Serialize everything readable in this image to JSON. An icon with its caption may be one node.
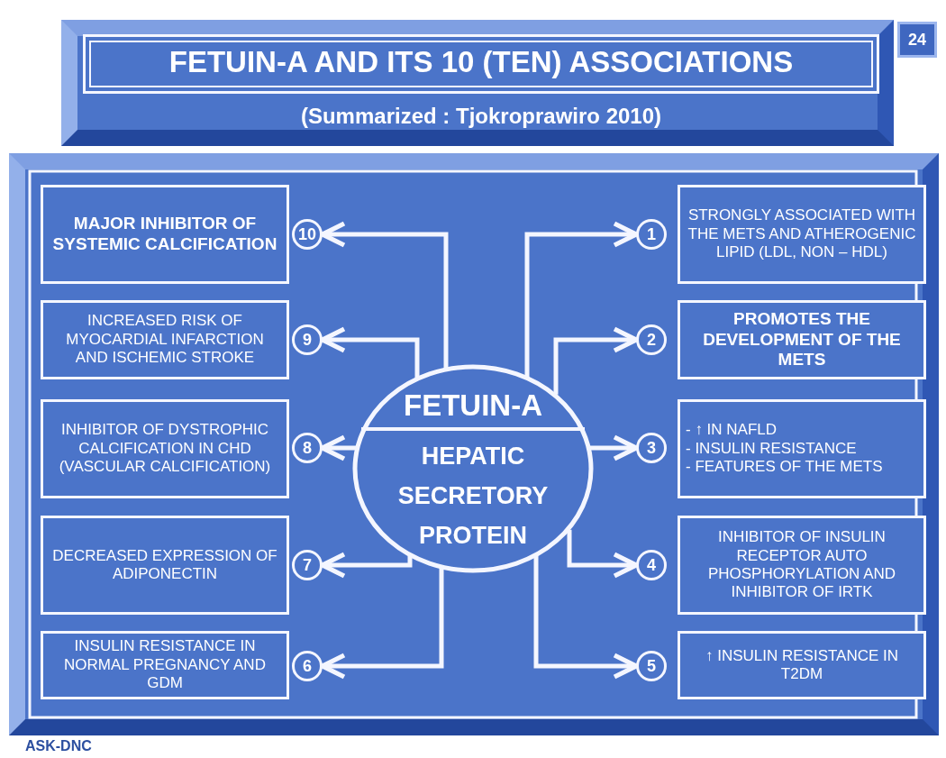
{
  "diagram": {
    "title": "FETUIN-A AND ITS 10 (TEN) ASSOCIATIONS",
    "nodes": [
      {
        "text": [
          "FETUIN-A",
          "HEPATIC SECRETORY PROTEIN"
        ]
      },
      {
        "text": [
          "MAJOR INHIBITOR OF SYSTEMIC CALCIFICATION"
        ]
      },
      {
        "text": [
          "10"
        ]
      },
      {
        "text": [
          "1"
        ]
      },
      {
        "text": [
          "STRONGLY ASSOCIATED WITH THE METS AND ATHEROGENIC LIPID (LDL, NON – HDL)"
        ]
      },
      {
        "text": [
          "INCREASED RISK OF MYOCARDIAL INFARCTION AND ISCHEMIC STROKE"
        ]
      },
      {
        "text": [
          "9"
        ]
      },
      {
        "text": [
          "2"
        ]
      },
      {
        "text": [
          "PROMOTES THE DEVELOPMENT OF THE METS"
        ]
      },
      {
        "text": [
          "INHIBITOR OF DYSTROPHIC CALCIFICATION IN CHD (VASCULAR CALCIFICATION)"
        ]
      },
      {
        "text": [
          "8"
        ]
      },
      {
        "text": [
          "3"
        ]
      },
      {
        "text": [
          "- ↑ IN NAFLD",
          "- INSULIN RESISTANCE",
          "- FEATURES OF THE METS"
        ]
      },
      {
        "text": [
          "DECREASED EXPRESSION OF ADIPONECTIN"
        ]
      },
      {
        "text": [
          "7"
        ]
      },
      {
        "text": [
          "4"
        ]
      },
      {
        "text": [
          "INHIBITOR OF INSULIN RECEPTOR AUTO PHOSPHORYLATION AND INHIBITOR OF IRTK"
        ]
      },
      {
        "text": [
          "INSULIN RESISTANCE IN NORMAL PREGNANCY AND GDM"
        ]
      },
      {
        "text": [
          "6"
        ]
      },
      {
        "text": [
          "5"
        ]
      },
      {
        "text": [
          "↑ INSULIN RESISTANCE IN T2DM"
        ]
      }
    ],
    "edges": [
      {
        "from": 0,
        "to": 3,
        "arrow": "to"
      },
      {
        "from": 0,
        "to": 7,
        "arrow": "to"
      },
      {
        "from": 0,
        "to": 11,
        "arrow": "to"
      },
      {
        "from": 0,
        "to": 15,
        "arrow": "to"
      },
      {
        "from": 0,
        "to": 19,
        "arrow": "to"
      },
      {
        "from": 0,
        "to": 18,
        "arrow": "to"
      },
      {
        "from": 0,
        "to": 14,
        "arrow": "to"
      },
      {
        "from": 0,
        "to": 10,
        "arrow": "to"
      },
      {
        "from": 0,
        "to": 6,
        "arrow": "to"
      },
      {
        "from": 0,
        "to": 2,
        "arrow": "to"
      }
    ],
    "labels": [
      "24",
      "(Summarized : Tjokroprawiro 2010)",
      "ASK-DNC"
    ]
  }
}
